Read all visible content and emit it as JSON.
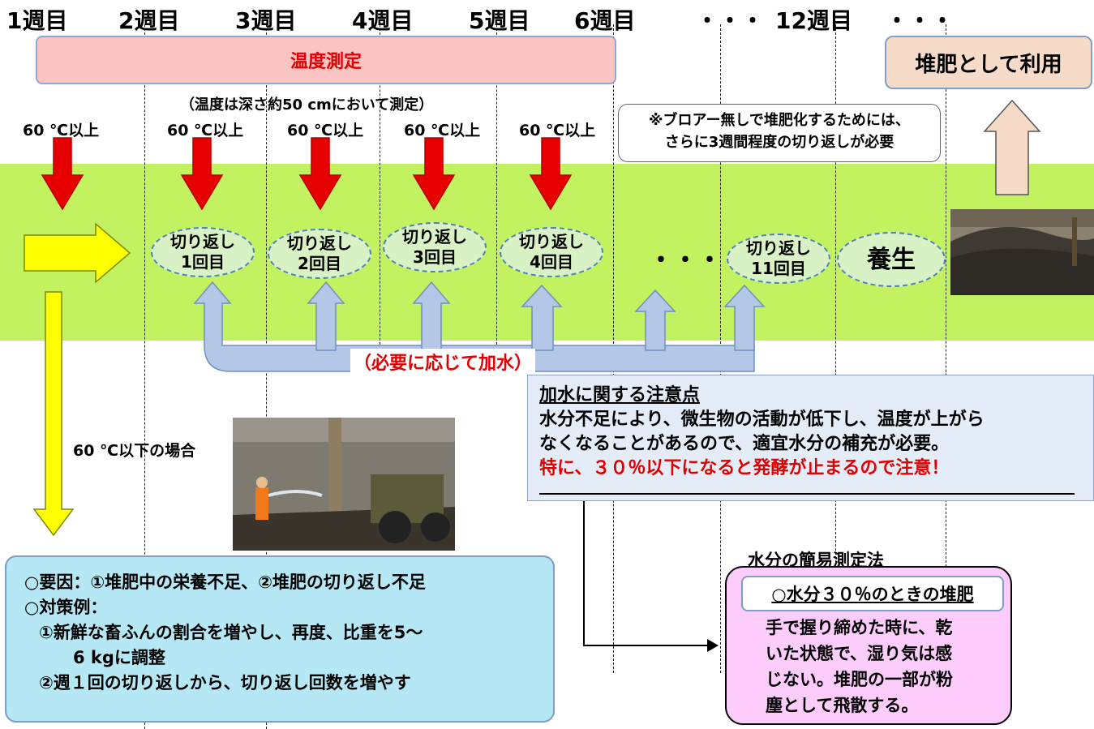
{
  "weeks": [
    "1週目",
    "2週目",
    "3週目",
    "4週目",
    "5週目",
    "6週目",
    "・・・",
    "12週目",
    "・・・"
  ],
  "temperature_bar": "温度測定",
  "use_as_compost": "堆肥として利用",
  "measurement_note": "（温度は深さ約50 cmにおいて測定）",
  "temp_labels": [
    "60 ℃以上",
    "60 ℃以上",
    "60 ℃以上",
    "60 ℃以上",
    "60 ℃以上"
  ],
  "blower_note": [
    "※ブロアー無しで堆肥化するためには、",
    "さらに3週間程度の切り返しが必要"
  ],
  "turnings": [
    {
      "line1": "切り返し",
      "line2": "1回目"
    },
    {
      "line1": "切り返し",
      "line2": "2回目"
    },
    {
      "line1": "切り返し",
      "line2": "3回目"
    },
    {
      "line1": "切り返し",
      "line2": "4回目"
    },
    {
      "line1": "切り返し",
      "line2": "11回目"
    }
  ],
  "turning_ellipsis": "・・・",
  "curing": "養生",
  "add_water": "（必要に応じて加水）",
  "caution": {
    "title": "加水に関する注意点",
    "line1": "水分不足により、微生物の活動が低下し、温度が上がら",
    "line2": "なくなることがあるので、適宜水分の補充が必要。",
    "line3": "特に、３０％以下になると発酵が止まるので注意！"
  },
  "below_60": "60 ℃以下の場合",
  "cause_box": {
    "line1": "○要因：①堆肥中の栄養不足、②堆肥の切り返し不足",
    "line2": "○対策例：",
    "line3": "①新鮮な畜ふんの割合を増やし、再度、比重を5～",
    "line4": "6 kgに調整",
    "line5": "②週１回の切り返しから、切り返し回数を増やす"
  },
  "moisture": {
    "title": "水分の簡易測定法",
    "subtitle": "○水分３０％のときの堆肥",
    "lines": [
      "手で握り締めた時に、乾",
      "いた状態で、湿り気は感",
      "じない。堆肥の一部が粉",
      "塵として飛散する。"
    ]
  },
  "colors": {
    "band": "#c3f260",
    "red_arrow": "#e60000",
    "yellow_arrow": "#ffff00",
    "blue_arrow": "#b4c7e7",
    "red_text": "#e00000"
  },
  "icons": [
    "down-arrow-icon",
    "right-arrow-icon",
    "up-arrow-icon",
    "u-turn-arrow-icon",
    "compost-photo",
    "watering-photo"
  ]
}
